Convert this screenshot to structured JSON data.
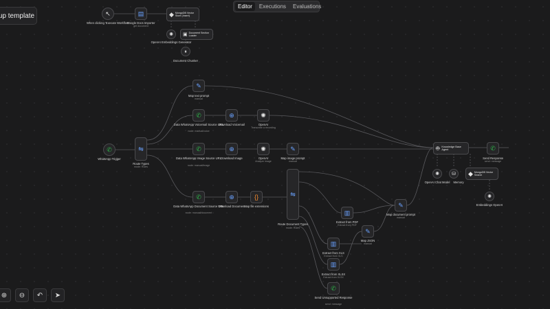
{
  "header": {
    "template_button": "up template"
  },
  "tabs": [
    {
      "label": "Editor",
      "active": true
    },
    {
      "label": "Executions",
      "active": false
    },
    {
      "label": "Evaluations",
      "active": false
    }
  ],
  "nodes": {
    "exec_trigger": {
      "label": "When clicking 'Execute Workflow'",
      "sub": ""
    },
    "google_docs": {
      "label": "Google Docs Importer",
      "sub": "get document"
    },
    "mongodb_store": {
      "label": "MongoDB Vector Store (Insert)",
      "sub": ""
    },
    "openai_embeddings_top": {
      "label": "OpenAI Embeddings Generator",
      "sub": ""
    },
    "doc_loader": {
      "label": "Document Section Loader",
      "sub": ""
    },
    "doc_chunker": {
      "label": "Document Chunker",
      "sub": ""
    },
    "map_text_prompt": {
      "label": "Map text prompt",
      "sub": "manual"
    },
    "voice_url": {
      "label": "Data WhatsApp Voicemail Source URL",
      "sub": "node: manual/voice"
    },
    "download_voicemail": {
      "label": "Download Voicemail",
      "sub": ""
    },
    "openai_transcribe": {
      "label": "OpenAI",
      "sub": "Transcribe a recording"
    },
    "whatsapp_trigger": {
      "label": "WhatsApp Trigger",
      "sub": ""
    },
    "route_types": {
      "label": "Route Types",
      "sub": "mode: Rules"
    },
    "image_url": {
      "label": "Data WhatsApp Image Source URL",
      "sub": "node: manual/image"
    },
    "download_image": {
      "label": "Download Image",
      "sub": ""
    },
    "openai_image": {
      "label": "OpenAI",
      "sub": "Analyze image"
    },
    "map_image_prompt": {
      "label": "Map image prompt",
      "sub": "manual"
    },
    "document_url": {
      "label": "Data WhatsApp Document Source URL",
      "sub": "node: manual/document"
    },
    "download_document": {
      "label": "Download Document",
      "sub": ""
    },
    "map_file_ext": {
      "label": "Map file extensions",
      "sub": ""
    },
    "route_doc_types": {
      "label": "Route Document Types",
      "sub": "mode: Rules"
    },
    "extract_pdf": {
      "label": "Extract from PDF",
      "sub": "Extract from PDF"
    },
    "extract_xls": {
      "label": "Extract from XLS",
      "sub": "Extract from XLS"
    },
    "extract_xlsx": {
      "label": "Extract from XLSX",
      "sub": "Extract from XLSX"
    },
    "map_json": {
      "label": "Map JSON",
      "sub": "manual"
    },
    "map_document_prompt": {
      "label": "Map document prompt",
      "sub": "manual"
    },
    "send_unsupported": {
      "label": "Send Unsupported Response",
      "sub": "send: message"
    },
    "knowledge_agent": {
      "label": "Knowledge Base Agent",
      "sub": ""
    },
    "send_response": {
      "label": "Send Response",
      "sub": "send: message"
    },
    "openai_chat_model": {
      "label": "OpenAI Chat Model",
      "sub": ""
    },
    "memory": {
      "label": "Memory",
      "sub": ""
    },
    "mongodb_search": {
      "label": "MongoDB Vector Search",
      "sub": ""
    },
    "embeddings_openai": {
      "label": "Embeddings OpenAI",
      "sub": ""
    }
  },
  "colors": {
    "whatsapp": "#2fb34a",
    "link": "#6aa2ff",
    "orange": "#f28a2e",
    "wire": "#5a5a5e"
  },
  "toolbar": [
    {
      "name": "zoom-in-icon",
      "glyph": "⊕"
    },
    {
      "name": "zoom-out-icon",
      "glyph": "⊖"
    },
    {
      "name": "undo-icon",
      "glyph": "↶"
    },
    {
      "name": "cursor-icon",
      "glyph": "➤"
    }
  ]
}
